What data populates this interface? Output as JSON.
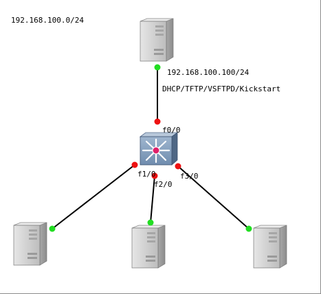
{
  "diagram": {
    "network_label": "192.168.100.0/24",
    "server": {
      "ip_label": "192.168.100.100/24",
      "services_label": "DHCP/TFTP/VSFTPD/Kickstart"
    },
    "switch": {
      "ports": {
        "f0": "f0/0",
        "f1": "f1/0",
        "f2": "f2/0",
        "f3": "f3/0"
      }
    },
    "clients": [
      {
        "role": "client-left"
      },
      {
        "role": "client-center"
      },
      {
        "role": "client-right"
      }
    ]
  },
  "colors": {
    "link": "#000000",
    "link_up": "#22dd22",
    "port_down": "#ee1111",
    "switch_body": "#6b87a8",
    "switch_center": "#e0206a",
    "server_body": "#d8d8d8"
  }
}
